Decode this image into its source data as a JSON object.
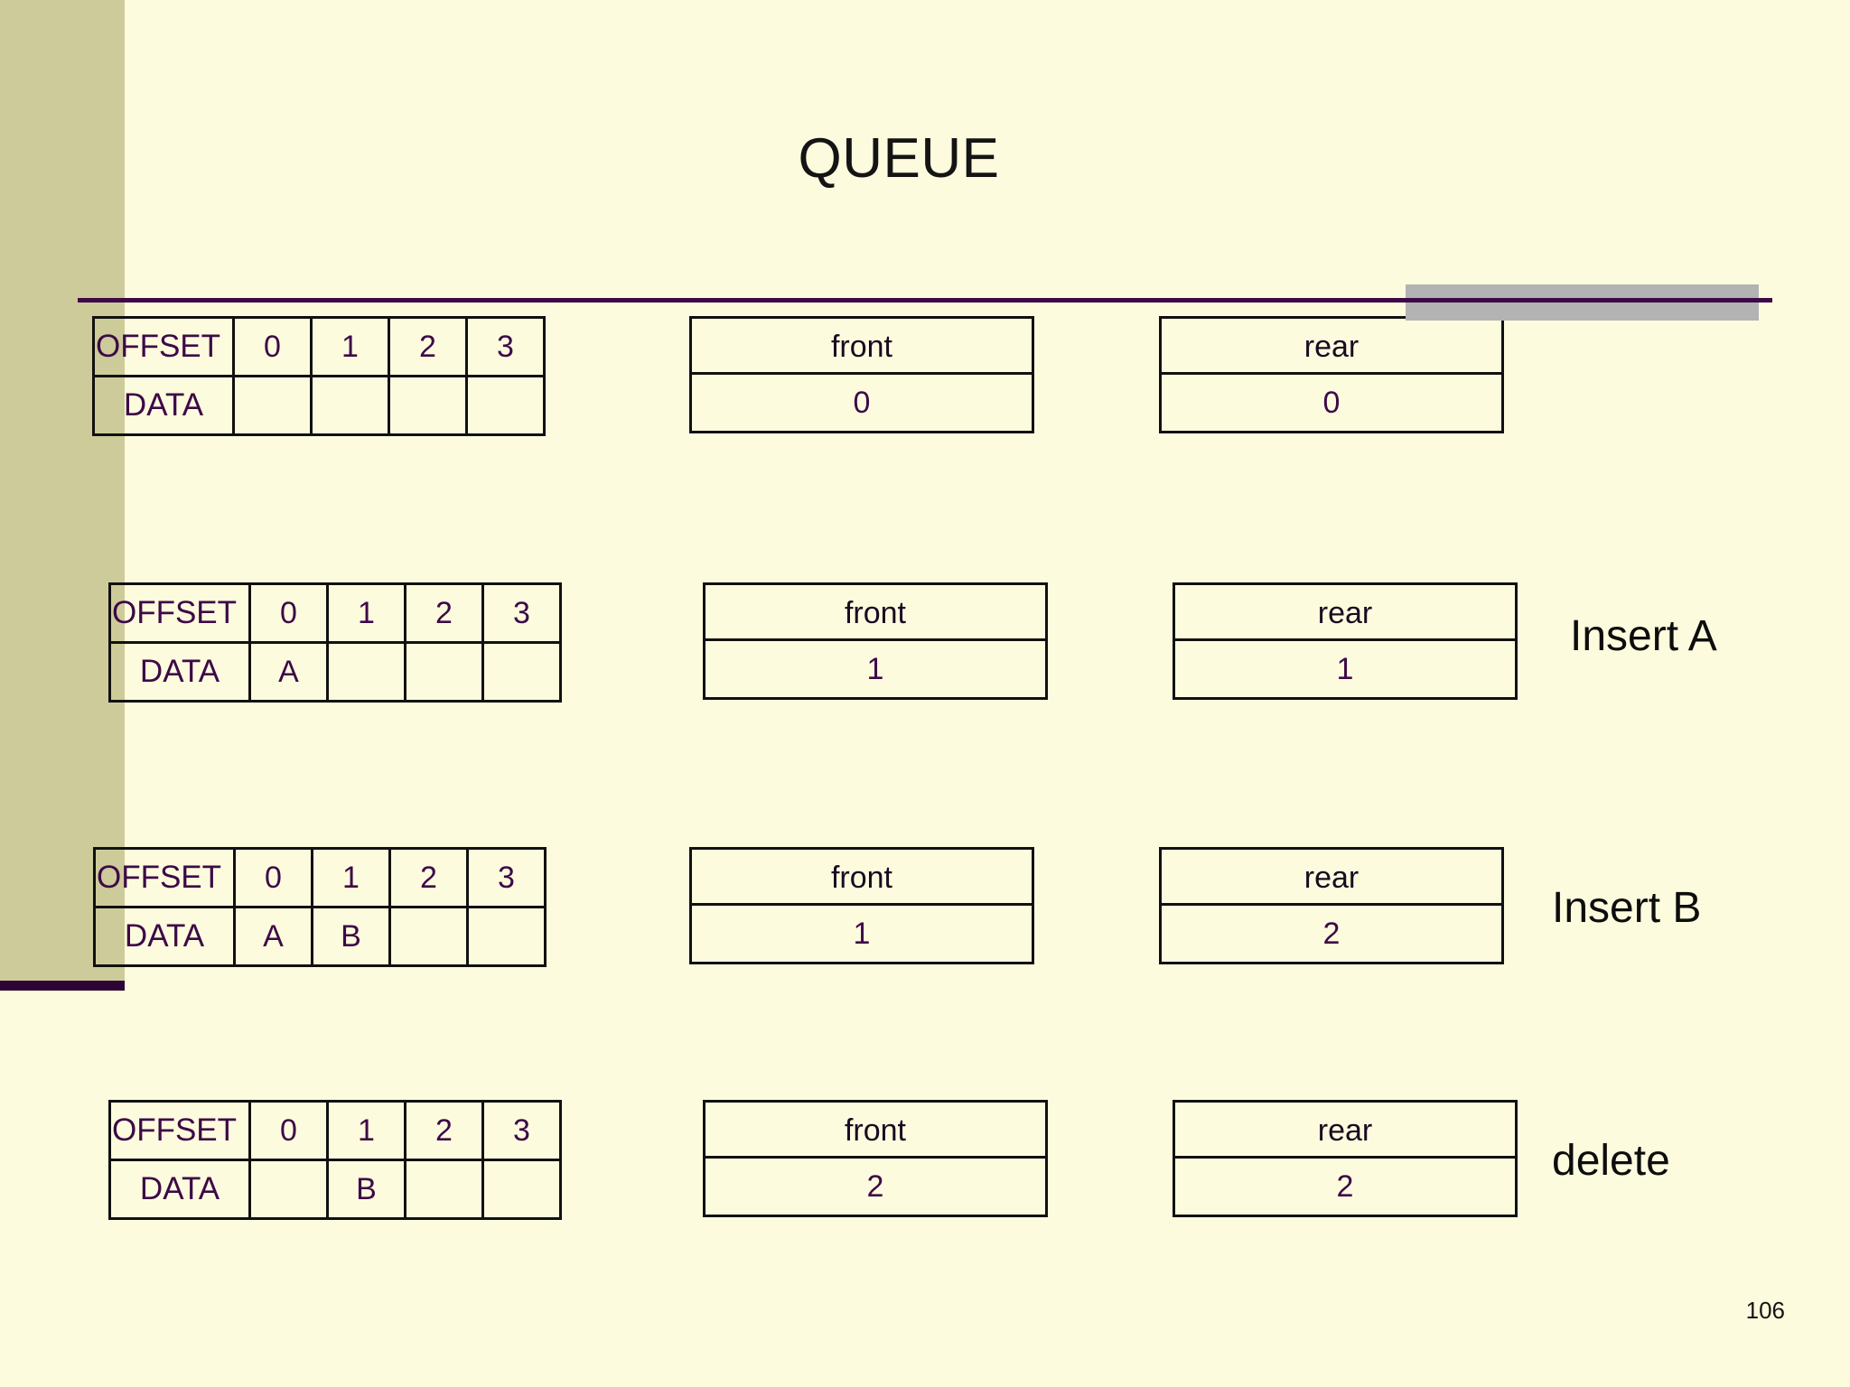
{
  "slide": {
    "title": "QUEUE",
    "page_number": "106",
    "colors": {
      "background": "#fdfbde",
      "sidebar": "#cdcb9a",
      "accent_purple": "#3d0a47",
      "accent_gray": "#b3b3b3",
      "text_dark": "#141414"
    }
  },
  "table_headers": {
    "offset_label": "OFFSET",
    "data_label": "DATA",
    "front_label": "front",
    "rear_label": "rear"
  },
  "offsets": [
    "0",
    "1",
    "2",
    "3"
  ],
  "steps": [
    {
      "caption": "",
      "data": [
        "",
        "",
        "",
        ""
      ],
      "front": "0",
      "rear": "0"
    },
    {
      "caption": "Insert A",
      "data": [
        "A",
        "",
        "",
        ""
      ],
      "front": "1",
      "rear": "1"
    },
    {
      "caption": "Insert B",
      "data": [
        "A",
        "B",
        "",
        ""
      ],
      "front": "1",
      "rear": "2"
    },
    {
      "caption": "delete",
      "data": [
        "",
        "B",
        "",
        ""
      ],
      "front": "2",
      "rear": "2"
    }
  ]
}
